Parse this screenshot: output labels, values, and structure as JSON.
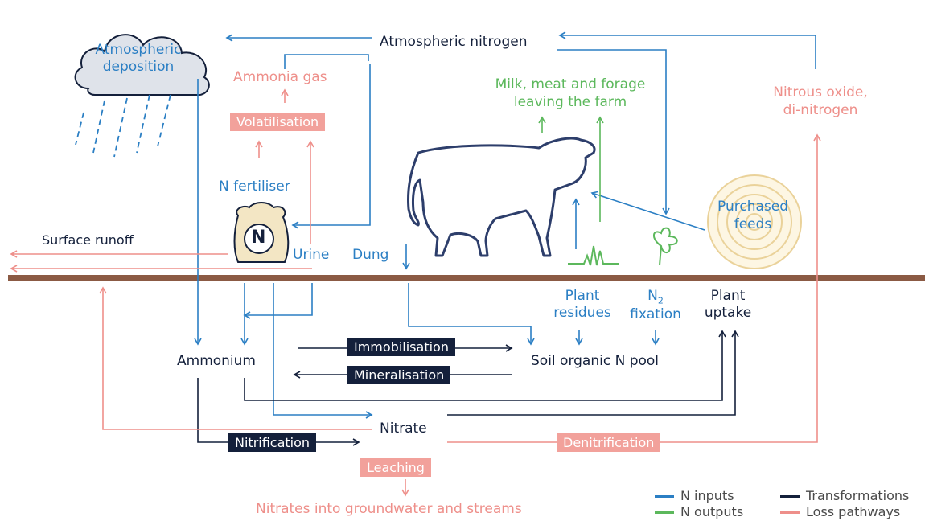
{
  "labels": {
    "atmospheric_deposition": "Atmospheric deposition",
    "atmospheric_nitrogen": "Atmospheric nitrogen",
    "ammonia_gas": "Ammonia gas",
    "volatilisation": "Volatilisation",
    "n_fertiliser": "N fertiliser",
    "fertiliser_bag_letter": "N",
    "milk_meat_forage": "Milk, meat and forage leaving the farm",
    "nitrous_oxide": "Nitrous oxide, di-nitrogen",
    "purchased_feeds": "Purchased feeds",
    "surface_runoff": "Surface runoff",
    "urine": "Urine",
    "dung": "Dung",
    "plant_residues": "Plant residues",
    "n2_fixation_prefix": "N",
    "n2_fixation_sub": "2",
    "n2_fixation_suffix": "fixation",
    "plant_uptake": "Plant uptake",
    "immobilisation": "Immobilisation",
    "mineralisation": "Mineralisation",
    "ammonium": "Ammonium",
    "soil_organic_n_pool": "Soil organic N pool",
    "nitrate": "Nitrate",
    "nitrification": "Nitrification",
    "leaching": "Leaching",
    "denitrification": "Denitrification",
    "nitrates_groundwater": "Nitrates into groundwater and streams"
  },
  "legend": [
    {
      "label": "N inputs",
      "color": "#2b7fc4"
    },
    {
      "label": "N outputs",
      "color": "#5cb85c"
    },
    {
      "label": "Transformations",
      "color": "#14203b"
    },
    {
      "label": "Loss pathways",
      "color": "#ee8f8a"
    }
  ],
  "colors": {
    "inputs": "#2b7fc4",
    "outputs": "#5cb85c",
    "transformations": "#14203b",
    "losses": "#ee8f8a",
    "ground": "#8b5a44"
  }
}
